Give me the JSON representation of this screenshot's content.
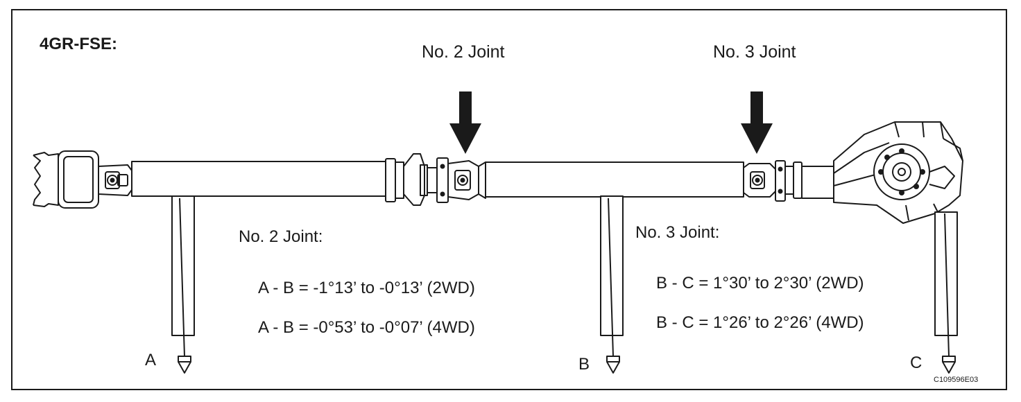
{
  "title": "4GR-FSE:",
  "joint_labels": {
    "no2": "No. 2 Joint",
    "no3": "No. 3 Joint"
  },
  "no2_spec": {
    "heading": "No. 2 Joint:",
    "line_2wd": "A - B = -1°13’ to -0°13’ (2WD)",
    "line_4wd": "A - B = -0°53’ to -0°07’ (4WD)"
  },
  "no3_spec": {
    "heading": "No. 3 Joint:",
    "line_2wd": "B - C = 1°30’ to 2°30’ (2WD)",
    "line_4wd": "B - C = 1°26’ to 2°26’ (4WD)"
  },
  "points": {
    "a": "A",
    "b": "B",
    "c": "C"
  },
  "figure_code": "C109596E03",
  "colors": {
    "line": "#1a1a1a",
    "background": "#ffffff"
  }
}
